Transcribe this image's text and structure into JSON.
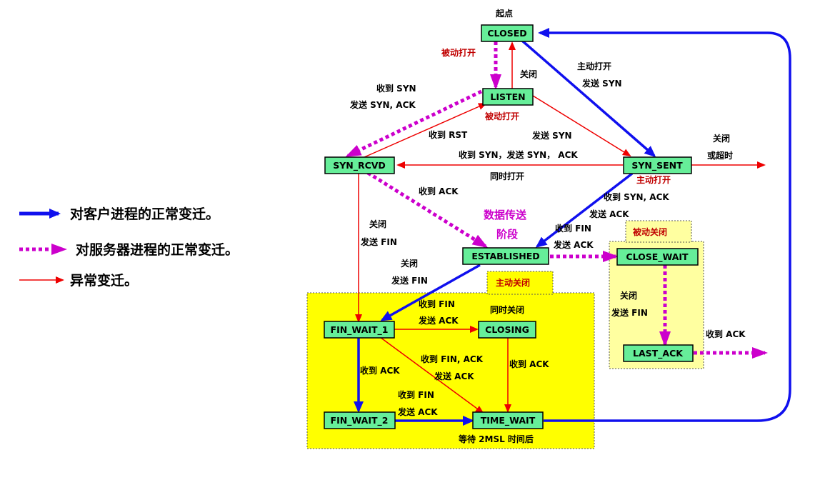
{
  "states": {
    "closed": "CLOSED",
    "listen": "LISTEN",
    "syn_rcvd": "SYN_RCVD",
    "syn_sent": "SYN_SENT",
    "established": "ESTABLISHED",
    "close_wait": "CLOSE_WAIT",
    "last_ack": "LAST_ACK",
    "fin_wait_1": "FIN_WAIT_1",
    "closing": "CLOSING",
    "fin_wait_2": "FIN_WAIT_2",
    "time_wait": "TIME_WAIT"
  },
  "labels": {
    "start": "起点",
    "passive_open_1": "被动打开",
    "passive_open_2": "被动打开",
    "close_listen": "关闭",
    "active_open": "主动打开",
    "send_syn_1": "发送 SYN",
    "recv_syn": "收到 SYN",
    "send_syn_ack": "发送 SYN, ACK",
    "recv_rst": "收到 RST",
    "send_syn_2": "发送 SYN",
    "recv_syn_send_syn_ack": "收到 SYN，发送 SYN， ACK",
    "simultaneous_open": "同时打开",
    "active_open_2": "主动打开",
    "close_or_timeout_1": "关闭",
    "close_or_timeout_2": "或超时",
    "recv_ack_1": "收到 ACK",
    "data_transfer_1": "数据传送",
    "data_transfer_2": "阶段",
    "recv_syn_ack": "收到 SYN, ACK",
    "send_ack_1": "发送 ACK",
    "recv_fin_1": "收到 FIN",
    "send_ack_2": "发送 ACK",
    "passive_close": "被动关闭",
    "close_1": "关闭",
    "send_fin_1": "发送 FIN",
    "close_2": "关闭",
    "send_fin_2": "发送 FIN",
    "active_close": "主动关闭",
    "recv_fin_2": "收到 FIN",
    "send_ack_3": "发送 ACK",
    "simultaneous_close": "同时关闭",
    "close_3": "关闭",
    "send_fin_3": "发送 FIN",
    "recv_ack_2": "收到 ACK",
    "recv_ack_3": "收到 ACK",
    "recv_fin_ack": "收到 FIN, ACK",
    "send_ack_4": "发送 ACK",
    "recv_ack_4": "收到 ACK",
    "recv_fin_3": "收到 FIN",
    "send_ack_5": "发送 ACK",
    "wait_2msl": "等待 2MSL 时间后"
  },
  "legend": {
    "client": "对客户进程的正常变迁。",
    "server": "对服务器进程的正常变迁。",
    "abnormal": "异常变迁。"
  },
  "colors": {
    "client_blue": "#1010ee",
    "server_magenta": "#cc00cc",
    "abnormal_red": "#ee0000",
    "state_fill": "#66ee99",
    "region_yellow": "#ffff00",
    "region_light_yellow": "#ffffa0"
  }
}
